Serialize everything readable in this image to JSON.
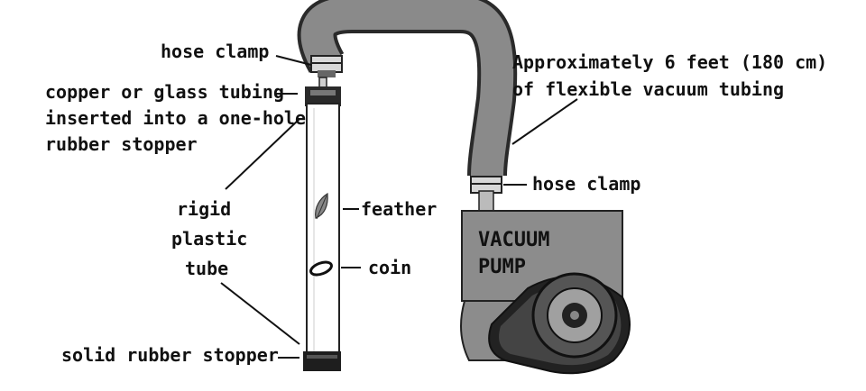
{
  "labels": {
    "hose_clamp_top": "hose clamp",
    "tubing_line1": "copper or glass tubing",
    "tubing_line2": "inserted into a one-hole",
    "tubing_line3": "rubber stopper",
    "rigid_line1": "rigid",
    "rigid_line2": "plastic",
    "rigid_line3": "tube",
    "feather": "feather",
    "coin": "coin",
    "solid_stopper": "solid rubber stopper",
    "vacuum_line1": "Approximately 6 feet (180 cm)",
    "vacuum_line2": "of flexible vacuum tubing",
    "hose_clamp_bottom": "hose clamp",
    "pump_line1": "VACUUM",
    "pump_line2": "PUMP"
  },
  "colors": {
    "hose": "#8a8a8a",
    "pump_body": "#8c8c8c",
    "stopper": "#222222",
    "ink": "#111111"
  }
}
